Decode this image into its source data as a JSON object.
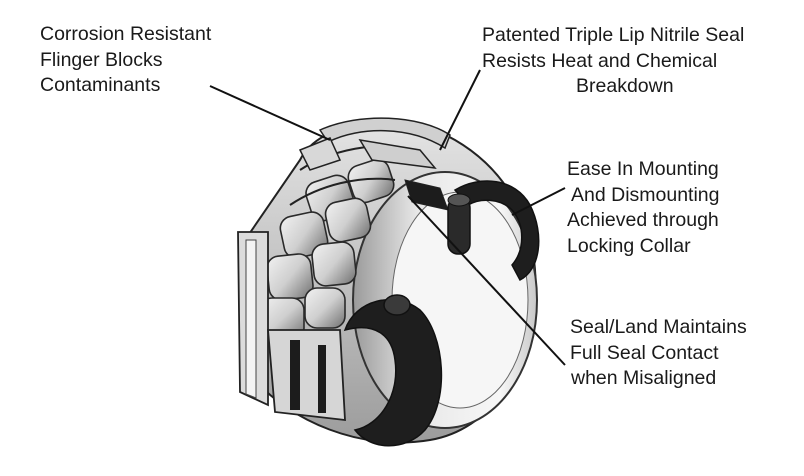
{
  "callouts": {
    "flinger": [
      "Corrosion Resistant",
      "Flinger Blocks",
      "Contaminants"
    ],
    "seal": [
      "Patented Triple Lip Nitrile Seal",
      "Resists Heat and Chemical",
      "Breakdown"
    ],
    "mounting": [
      "Ease In Mounting",
      "And Dismounting",
      "Achieved through",
      "Locking Collar"
    ],
    "misalign": [
      "Seal/Land Maintains",
      "Full Seal Contact",
      "when Misaligned"
    ]
  },
  "colors": {
    "text": "#1a1a1a",
    "leader": "#111111",
    "metal_light": "#e6e6e6",
    "metal_mid": "#b9b9b9",
    "metal_dark": "#7a7a7a",
    "seal_black": "#1c1c1c"
  }
}
